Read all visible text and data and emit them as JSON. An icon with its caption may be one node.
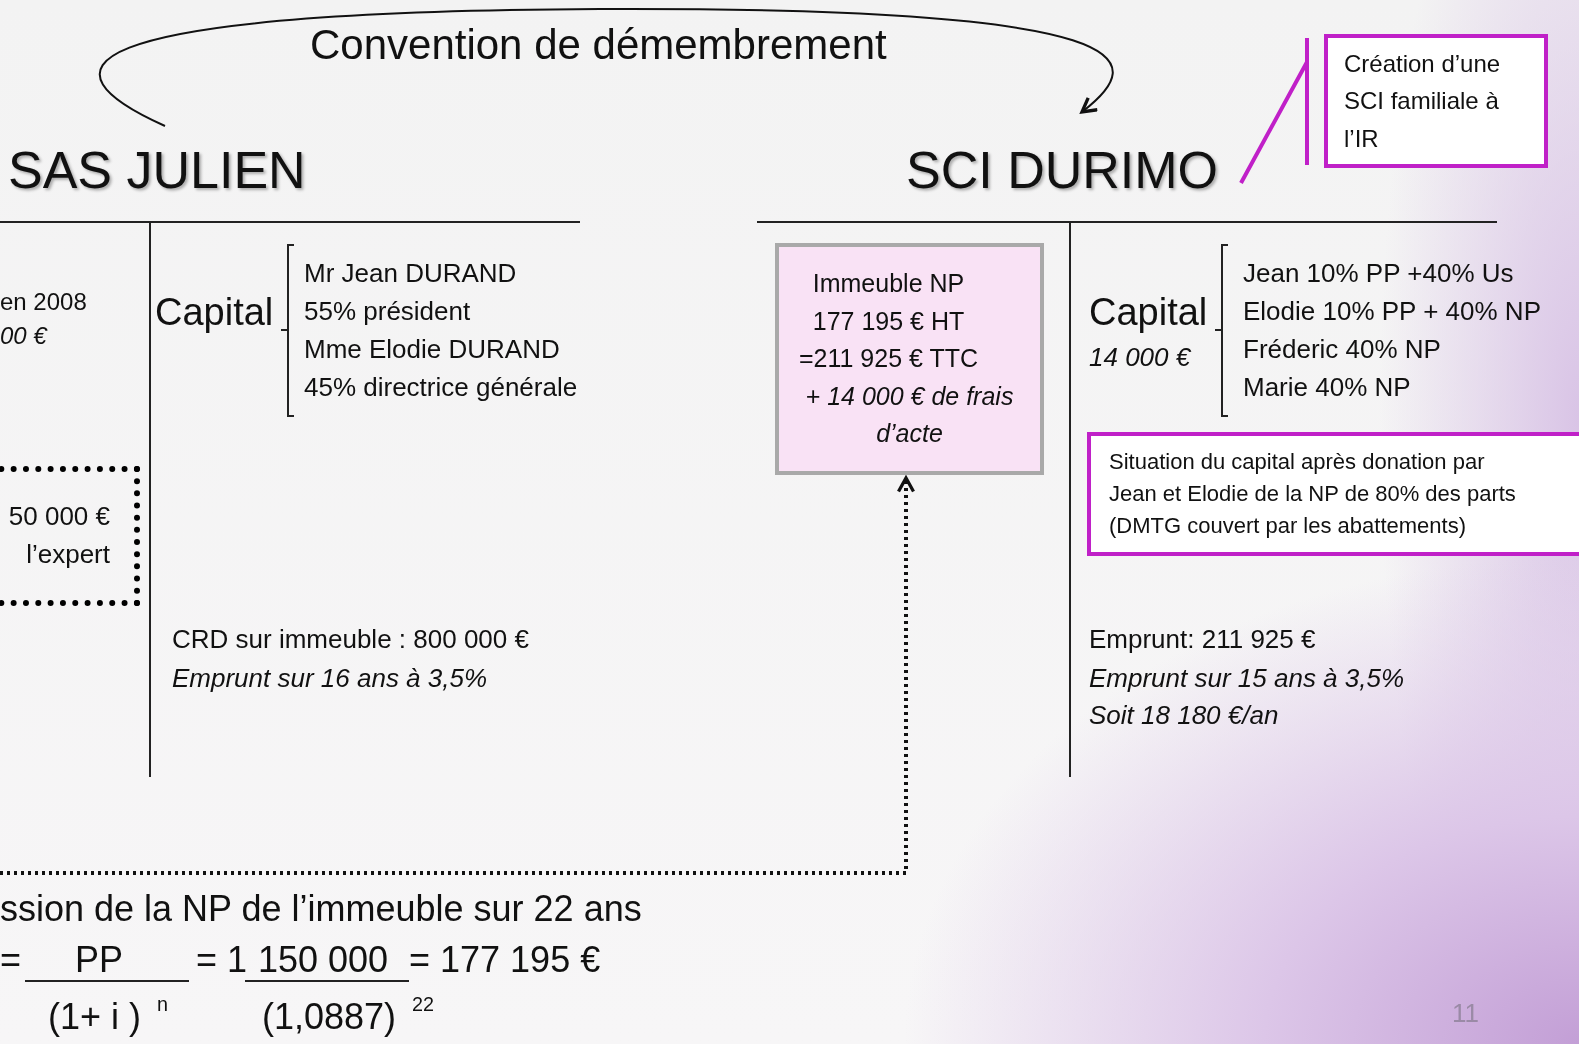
{
  "diagram": {
    "nodes": [
      {
        "text": [
          "SAS JULIEN"
        ]
      },
      {
        "text": [
          "SCI DURIMO"
        ]
      },
      {
        "text": [
          "Création d’une SCI familiale à l’IR"
        ]
      },
      {
        "text": [
          "50 000 €",
          "l’expert"
        ]
      },
      {
        "text": [
          "Immeuble NP 177 195 € HT =211 925 € TTC",
          "+ 14 000 € de frais d’acte"
        ]
      },
      {
        "text": [
          "Situation du capital après donation par Jean et Elodie de la NP de 80% des parts (DMTG couvert par les abattements)"
        ]
      }
    ],
    "edges": [
      {
        "from": 0,
        "to": 1,
        "arrow": "to",
        "label": "Convention de démembrement"
      },
      {
        "from": 2,
        "to": 1,
        "arrow": "none",
        "color": "#c020c8"
      },
      {
        "from": null,
        "to": 4,
        "arrow": "to",
        "style": "dashed"
      }
    ],
    "labels": [
      "en 2008",
      "00 €",
      "Capital",
      "Mr Jean DURAND",
      "55% président",
      "Mme Elodie DURAND",
      "45% directrice générale",
      "CRD sur immeuble : 800 000 €",
      "Emprunt sur 16 ans à 3,5%",
      "Capital",
      "14 000 €",
      "Jean 10% PP +40% Us",
      "Elodie 10% PP + 40% NP",
      "Fréderic 40% NP",
      "Marie 40% NP",
      "Emprunt: 211 925 €",
      "Emprunt sur 15 ans à 3,5%",
      "Soit 18 180 €/an",
      "ssion de la NP de l’immeuble sur 22 ans",
      "=",
      "PP",
      "= 1",
      "150 000",
      "= 177 195 €",
      "(1+ i ) $^{n}$",
      "(1,0887) $^{22}$",
      "11"
    ]
  }
}
